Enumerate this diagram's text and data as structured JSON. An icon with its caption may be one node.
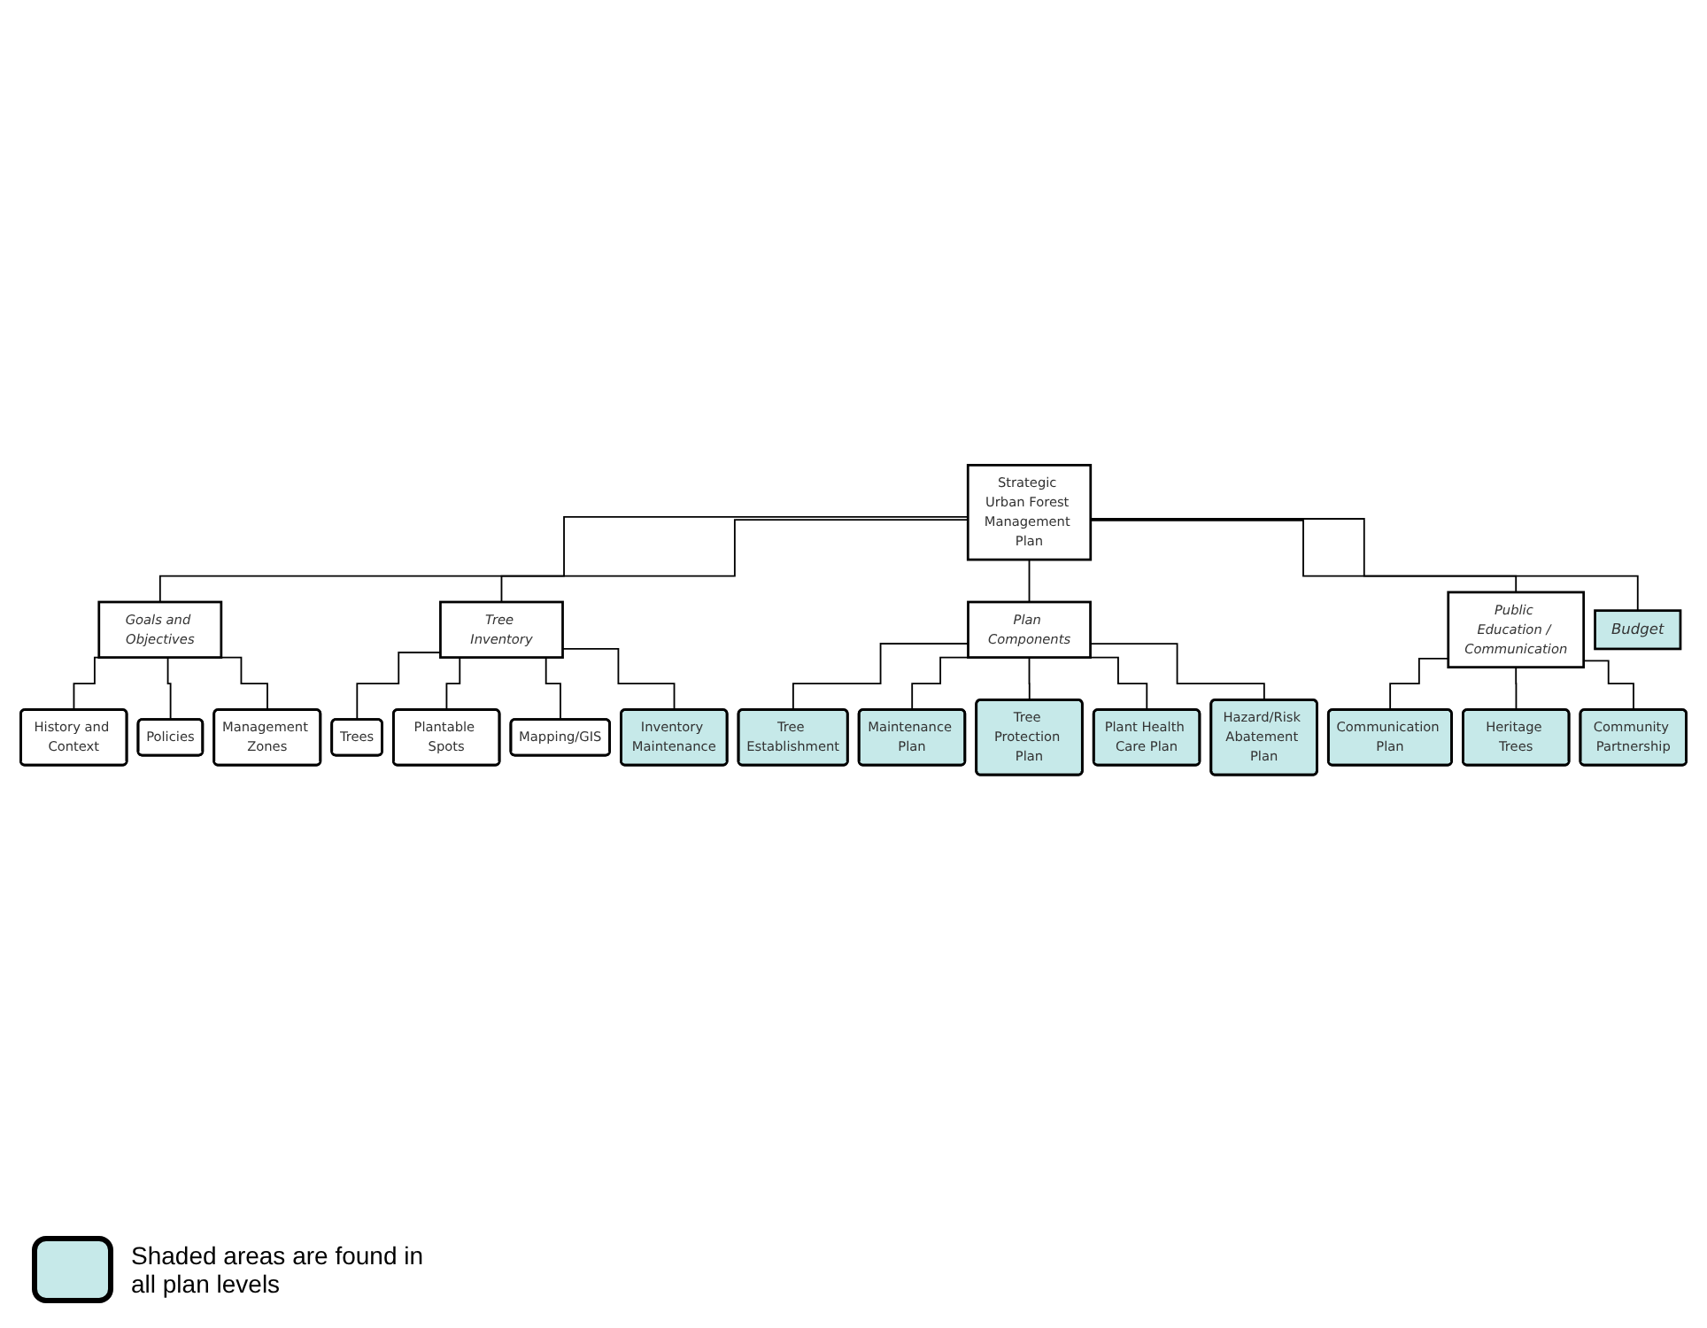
{
  "diagram": {
    "nodes": [
      {
        "text": [
          "Strategic Urban Forest Management Plan"
        ]
      },
      {
        "text": [
          "Goals and Objectives"
        ]
      },
      {
        "text": [
          "Tree Inventory"
        ]
      },
      {
        "text": [
          "Plan Components"
        ]
      },
      {
        "text": [
          "Public Education / Communication"
        ]
      },
      {
        "text": [
          "Budget"
        ]
      },
      {
        "text": [
          "History and Context"
        ]
      },
      {
        "text": [
          "Policies"
        ]
      },
      {
        "text": [
          "Management Zones"
        ]
      },
      {
        "text": [
          "Trees"
        ]
      },
      {
        "text": [
          "Plantable Spots"
        ]
      },
      {
        "text": [
          "Mapping/GIS"
        ]
      },
      {
        "text": [
          "Inventory Maintenance"
        ]
      },
      {
        "text": [
          "Tree Establishment"
        ]
      },
      {
        "text": [
          "Maintenance Plan"
        ]
      },
      {
        "text": [
          "Tree Protection Plan"
        ]
      },
      {
        "text": [
          "Plant Health Care Plan"
        ]
      },
      {
        "text": [
          "Hazard/Risk Abatement Plan"
        ]
      },
      {
        "text": [
          "Communication Plan"
        ]
      },
      {
        "text": [
          "Heritage Trees"
        ]
      },
      {
        "text": [
          "Community Partnership"
        ]
      }
    ],
    "edges": [
      {
        "from": 0,
        "to": 1,
        "arrow": "none"
      },
      {
        "from": 0,
        "to": 2,
        "arrow": "none"
      },
      {
        "from": 0,
        "to": 3,
        "arrow": "none"
      },
      {
        "from": 0,
        "to": 4,
        "arrow": "none"
      },
      {
        "from": 0,
        "to": 5,
        "arrow": "none"
      },
      {
        "from": 1,
        "to": 6,
        "arrow": "none"
      },
      {
        "from": 1,
        "to": 7,
        "arrow": "none"
      },
      {
        "from": 1,
        "to": 8,
        "arrow": "none"
      },
      {
        "from": 2,
        "to": 9,
        "arrow": "none"
      },
      {
        "from": 2,
        "to": 10,
        "arrow": "none"
      },
      {
        "from": 2,
        "to": 11,
        "arrow": "none"
      },
      {
        "from": 2,
        "to": 12,
        "arrow": "none"
      },
      {
        "from": 3,
        "to": 13,
        "arrow": "none"
      },
      {
        "from": 3,
        "to": 14,
        "arrow": "none"
      },
      {
        "from": 3,
        "to": 15,
        "arrow": "none"
      },
      {
        "from": 3,
        "to": 16,
        "arrow": "none"
      },
      {
        "from": 3,
        "to": 17,
        "arrow": "none"
      },
      {
        "from": 4,
        "to": 18,
        "arrow": "none"
      },
      {
        "from": 4,
        "to": 19,
        "arrow": "none"
      },
      {
        "from": 4,
        "to": 20,
        "arrow": "none"
      }
    ],
    "legend": [
      {
        "text": "Shaded areas are found in all plan levels",
        "color": "#c6e9e9"
      }
    ]
  }
}
